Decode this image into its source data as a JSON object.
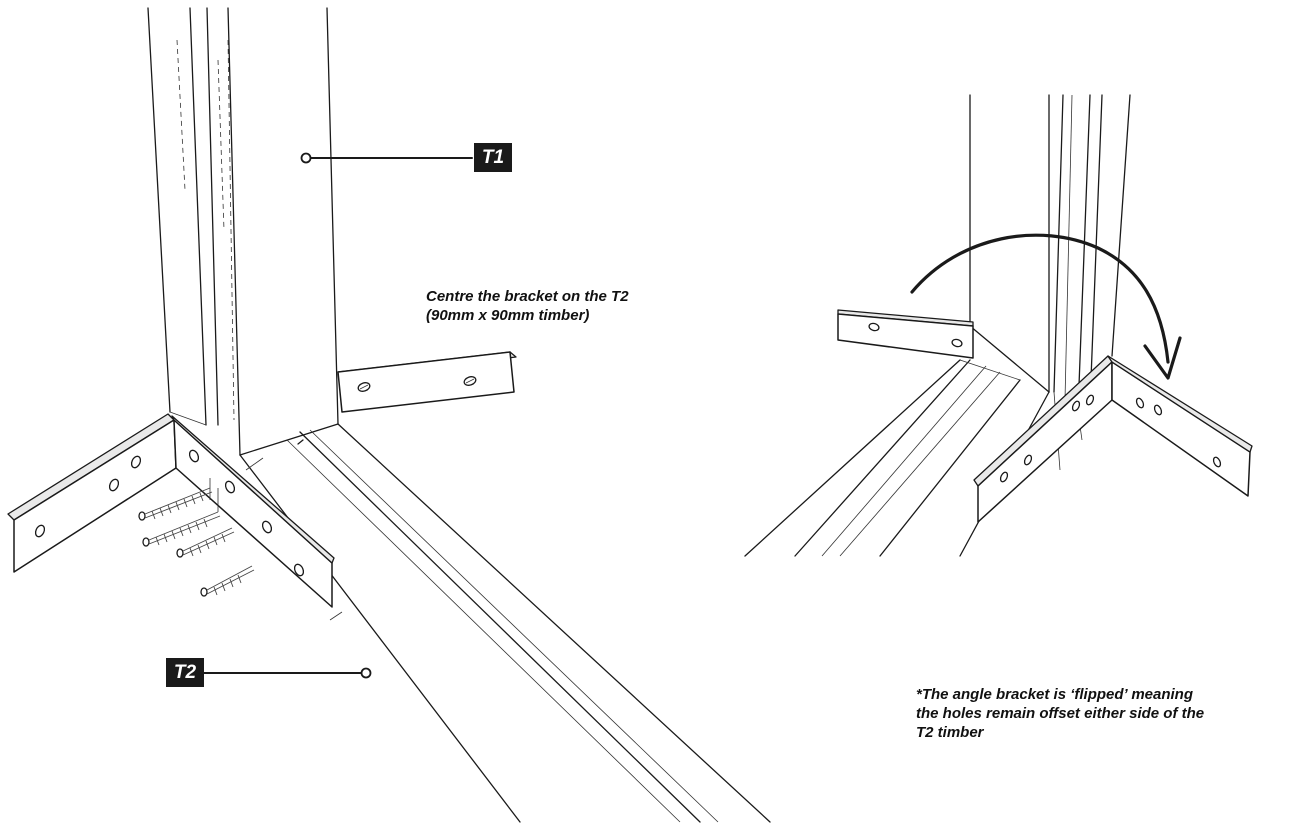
{
  "labels": {
    "t1": "T1",
    "t2": "T2"
  },
  "notes": {
    "centre_line_1": "Centre the bracket on the T2",
    "centre_line_2": "(90mm x 90mm timber)",
    "flip_line_1": "*The angle bracket is ‘flipped’ meaning",
    "flip_line_2": "the holes remain offset either side of the",
    "flip_line_3": "T2 timber"
  },
  "colors": {
    "ink": "#1a1a1a",
    "tag_background": "#1a1a1a",
    "tag_text": "#ffffff",
    "background": "#ffffff"
  },
  "icons": {
    "rotation_arrow": "curved-arrow-icon",
    "screw": "screw-icon"
  }
}
